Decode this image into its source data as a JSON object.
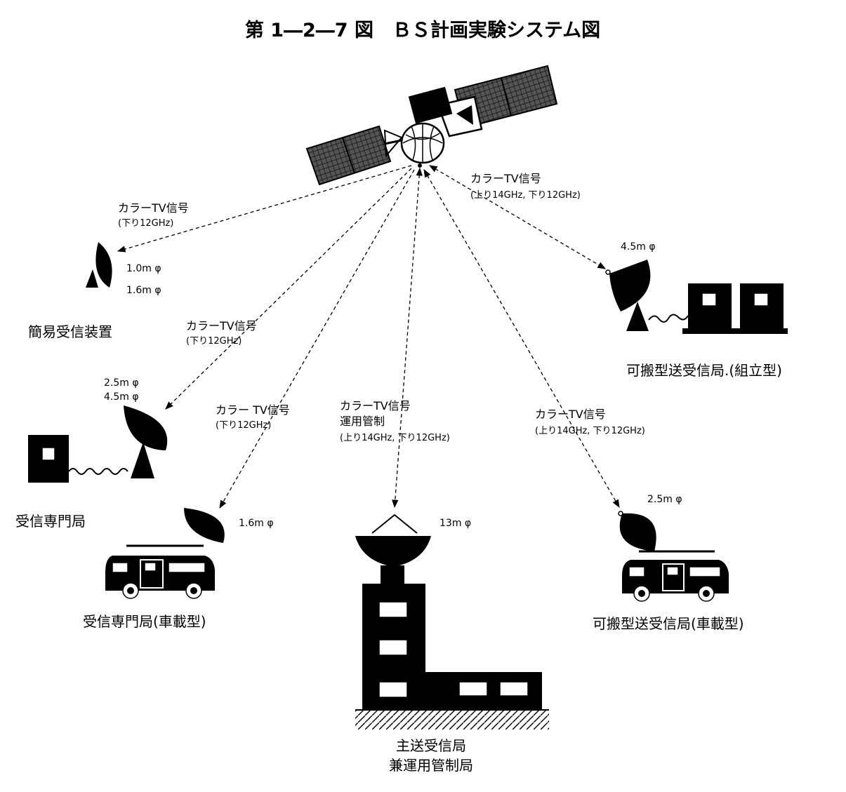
{
  "title": "第 1―2―7 図　ＢＳ計画実験システム図",
  "labels": {
    "simple": {
      "signal": "カラーTV信号",
      "band": "(下り12GHz)",
      "size1": "1.0m φ",
      "size2": "1.6m φ",
      "station": "簡易受信装置"
    },
    "recv_only": {
      "signal": "カラーTV信号",
      "band": "(下り12GHz)",
      "size1": "2.5m φ",
      "size2": "4.5m φ",
      "station": "受信専門局"
    },
    "recv_vehicle": {
      "signal": "カラー TV信号",
      "band": "(下り12GHz)",
      "size": "1.6m φ",
      "station": "受信専門局(車載型)"
    },
    "main": {
      "signal": "カラーTV信号",
      "op": "運用管制",
      "band": "(上り14GHz, 下り12GHz)",
      "size": "13m φ",
      "station1": "主送受信局",
      "station2": "兼運用管制局"
    },
    "portable_vehicle": {
      "signal": "カラーTV信号",
      "band": "(上り14GHz, 下り12GHz)",
      "size": "2.5m φ",
      "station": "可搬型送受信局(車載型)"
    },
    "portable_assembled": {
      "signal": "カラーTV信号",
      "band": "(上り14GHz, 下り12GHz)",
      "size": "4.5m φ",
      "station": "可搬型送受信局.(組立型)"
    }
  },
  "icons": [
    "satellite-icon",
    "dish-antenna-icon",
    "receiver-shelter-icon",
    "broadcast-van-icon",
    "control-building-icon"
  ]
}
